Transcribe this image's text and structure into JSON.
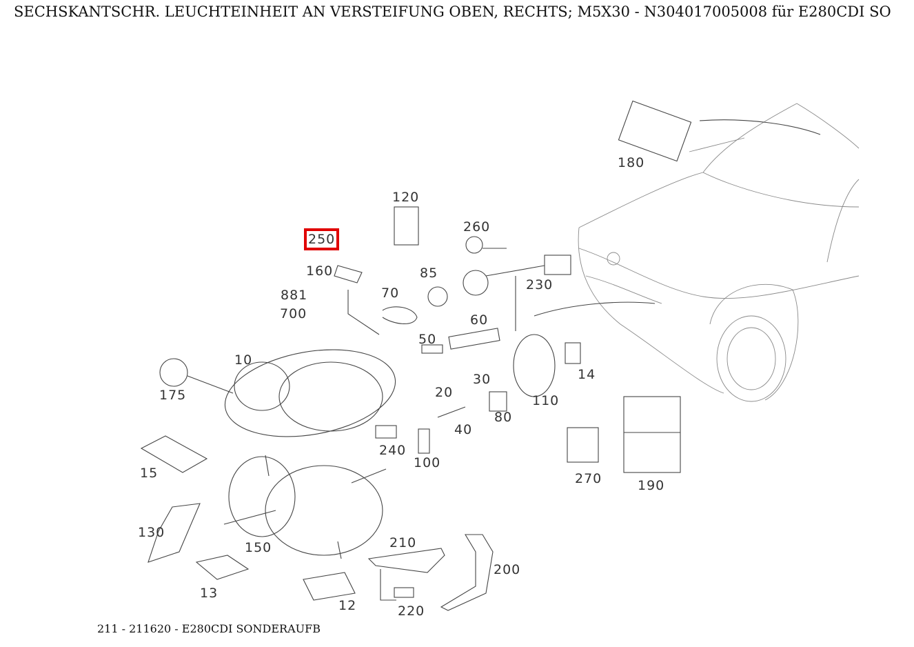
{
  "title": "SECHSKANTSCHR. LEUCHTEINHEIT AN VERSTEIFUNG OBEN, RECHTS; M5X30 - N304017005008 für E280CDI SO",
  "footer": "211 - 211620 - E280CDI SONDERAUFB",
  "highlight_color": "#e00000",
  "selected_part": "250",
  "parts": [
    "180",
    "120",
    "260",
    "250",
    "160",
    "85",
    "230",
    "881",
    "700",
    "70",
    "60",
    "50",
    "10",
    "175",
    "20",
    "30",
    "110",
    "14",
    "80",
    "40",
    "240",
    "100",
    "15",
    "270",
    "190",
    "130",
    "150",
    "210",
    "200",
    "13",
    "12",
    "220"
  ]
}
